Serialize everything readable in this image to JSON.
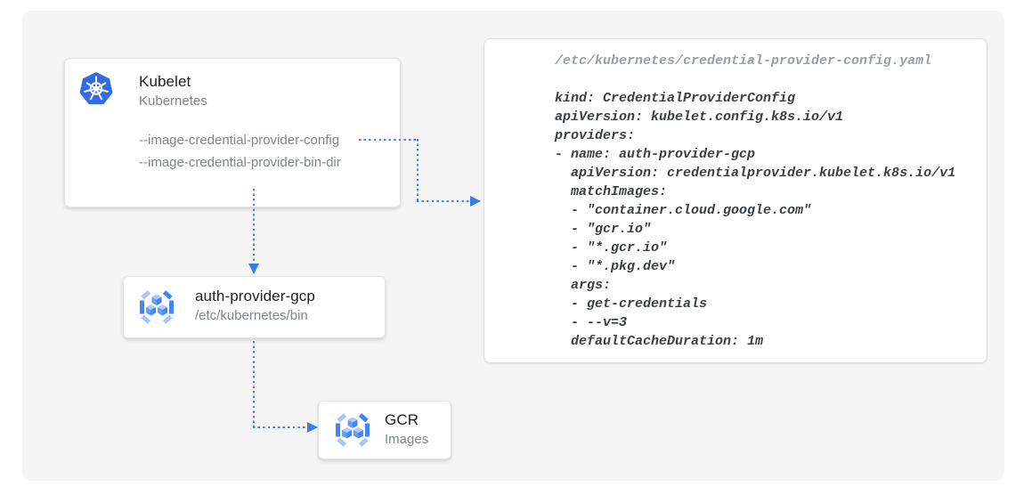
{
  "kubelet_card": {
    "title": "Kubelet",
    "subtitle": "Kubernetes",
    "flags": [
      "--image-credential-provider-config",
      "--image-credential-provider-bin-dir"
    ]
  },
  "auth_provider_card": {
    "title": "auth-provider-gcp",
    "subtitle": "/etc/kubernetes/bin"
  },
  "gcr_card": {
    "title": "GCR",
    "subtitle": "Images"
  },
  "code_panel": {
    "filename": "/etc/kubernetes/credential-provider-config.yaml",
    "code_lines": [
      "kind: CredentialProviderConfig",
      "apiVersion: kubelet.config.k8s.io/v1",
      "providers:",
      "- name: auth-provider-gcp",
      "  apiVersion: credentialprovider.kubelet.k8s.io/v1",
      "  matchImages:",
      "  - \"container.cloud.google.com\"",
      "  - \"gcr.io\"",
      "  - \"*.gcr.io\"",
      "  - \"*.pkg.dev\"",
      "  args:",
      "  - get-credentials",
      "  - --v=3",
      "  defaultCacheDuration: 1m"
    ]
  },
  "icons": {
    "kubelet": "kubernetes-helm-icon",
    "auth_provider": "container-registry-icon",
    "gcr": "container-registry-icon"
  },
  "colors": {
    "arrow_blue": "#4285f4",
    "kubernetes_blue": "#326ce5",
    "stage_background": "#f5f5f5",
    "title_text": "#212121",
    "secondary_text": "#80868b",
    "code_text": "#3c4043",
    "code_filename_text": "#9aa0a6"
  }
}
